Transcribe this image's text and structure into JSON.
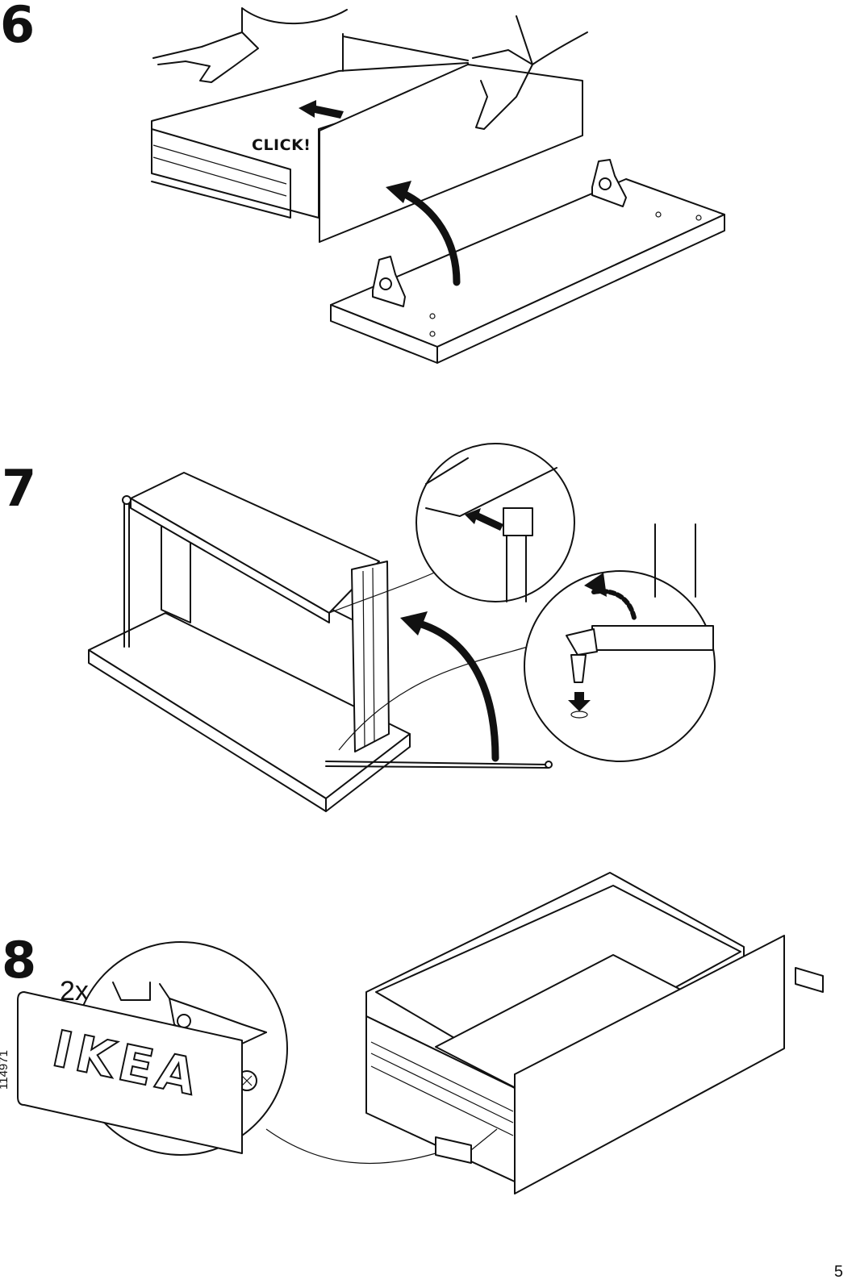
{
  "steps": [
    {
      "number": "6",
      "label": "CLICK!"
    },
    {
      "number": "7"
    },
    {
      "number": "8",
      "quantity": "2x",
      "logo": "IKEA"
    }
  ],
  "doc_code": "114971",
  "page_number": "5"
}
